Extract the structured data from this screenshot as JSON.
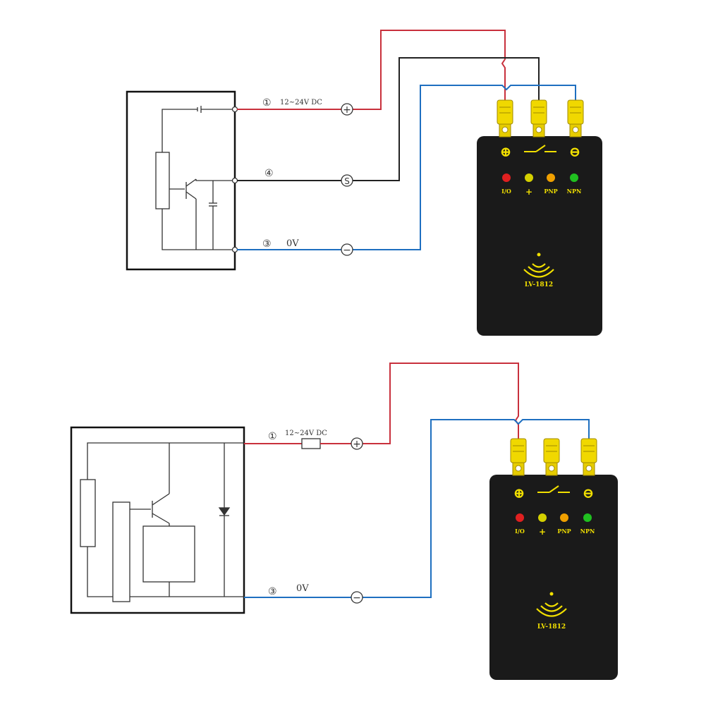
{
  "colors": {
    "wire_power": "#c8303c",
    "wire_signal": "#222222",
    "wire_ground": "#1e6fc0",
    "device_body": "#1a1a1a",
    "device_text": "#f2e000",
    "led_io": "#e02020",
    "led_plus": "#d4d000",
    "led_pnp": "#f0a000",
    "led_npn": "#20c020",
    "terminal": "#f0d800"
  },
  "diagram_top": {
    "wire_1_label": "①",
    "wire_1_voltage": "12~24V DC",
    "wire_4_label": "④",
    "wire_3_label": "③",
    "wire_3_voltage": "0V",
    "node_plus": "+",
    "node_signal": "S",
    "node_minus": "−",
    "device": {
      "term_plus": "⊕",
      "term_minus": "⊖",
      "led_labels": [
        "I/O",
        "+",
        "PNP",
        "NPN"
      ],
      "model": "LV-1812"
    }
  },
  "diagram_bottom": {
    "wire_1_label": "①",
    "wire_1_voltage": "12~24V DC",
    "wire_3_label": "③",
    "wire_3_voltage": "0V",
    "node_plus": "+",
    "node_minus": "−",
    "device": {
      "term_plus": "⊕",
      "term_minus": "⊖",
      "led_labels": [
        "I/O",
        "+",
        "PNP",
        "NPN"
      ],
      "model": "LV-1812"
    }
  }
}
